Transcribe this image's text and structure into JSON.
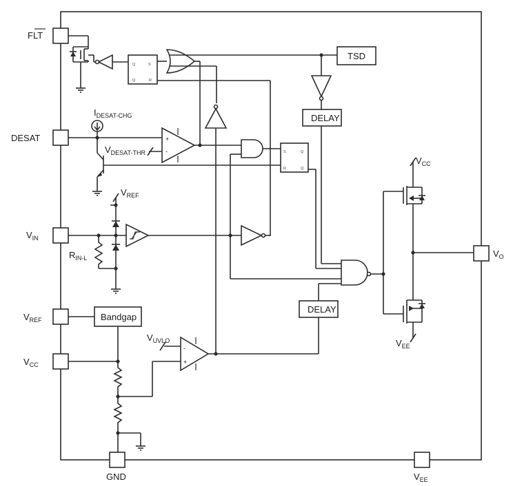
{
  "pins": {
    "flt": "FLT",
    "desat": "DESAT",
    "vin_main": "V",
    "vin_sub": "IN",
    "vref_main": "V",
    "vref_sub": "REF",
    "vcc_main": "V",
    "vcc_sub": "CC",
    "gnd": "GND",
    "vee_main": "V",
    "vee_sub": "EE",
    "vo_main": "V",
    "vo_sub": "O"
  },
  "blocks": {
    "tsd": "TSD",
    "delay_top": "DELAY",
    "delay_bottom": "DELAY",
    "bandgap": "Bandgap"
  },
  "labels": {
    "idesat_main": "I",
    "idesat_sub": "DESAT-CHG",
    "vdesat_main": "V",
    "vdesat_sub": "DESAT-THR",
    "vref_rail_main": "V",
    "vref_rail_sub": "REF",
    "rin_main": "R",
    "rin_sub": "IN-L",
    "vuvlo_main": "V",
    "vuvlo_sub": "UVLO",
    "vcc_rail_main": "V",
    "vcc_rail_sub": "CC",
    "vee_rail_main": "V",
    "vee_rail_sub": "EE",
    "comp_plus": "+",
    "comp_minus": "-",
    "uvlo_plus": "+",
    "uvlo_minus": "-",
    "ff_s": "S",
    "ff_r": "R",
    "ff_q": "Q",
    "ff_qb": "Q"
  }
}
